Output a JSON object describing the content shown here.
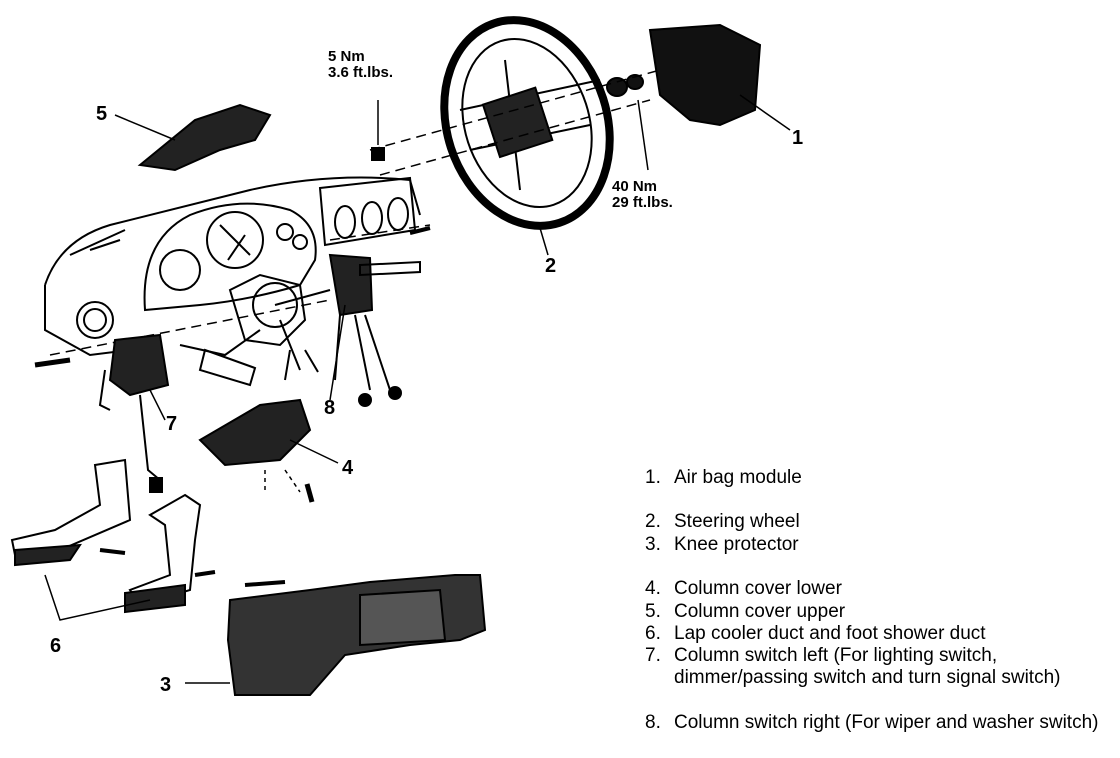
{
  "callouts": {
    "n1": "1",
    "n2": "2",
    "n3": "3",
    "n4": "4",
    "n5": "5",
    "n6": "6",
    "n7": "7",
    "n8": "8"
  },
  "torque": {
    "small_nm": "5 Nm",
    "small_ftlb": "3.6 ft.lbs.",
    "large_nm": "40 Nm",
    "large_ftlb": "29 ft.lbs."
  },
  "legend": [
    {
      "num": "1.",
      "text": "Air bag module"
    },
    {
      "num": "2.",
      "text": "Steering wheel"
    },
    {
      "num": "3.",
      "text": "Knee protector"
    },
    {
      "num": "4.",
      "text": "Column cover lower"
    },
    {
      "num": "5.",
      "text": "Column cover upper"
    },
    {
      "num": "6.",
      "text": "Lap cooler duct and foot shower duct"
    },
    {
      "num": "7.",
      "text": "Column switch left (For lighting switch, dimmer/passing switch and turn signal switch)"
    },
    {
      "num": "8.",
      "text": "Column switch right (For wiper and washer switch)"
    }
  ]
}
